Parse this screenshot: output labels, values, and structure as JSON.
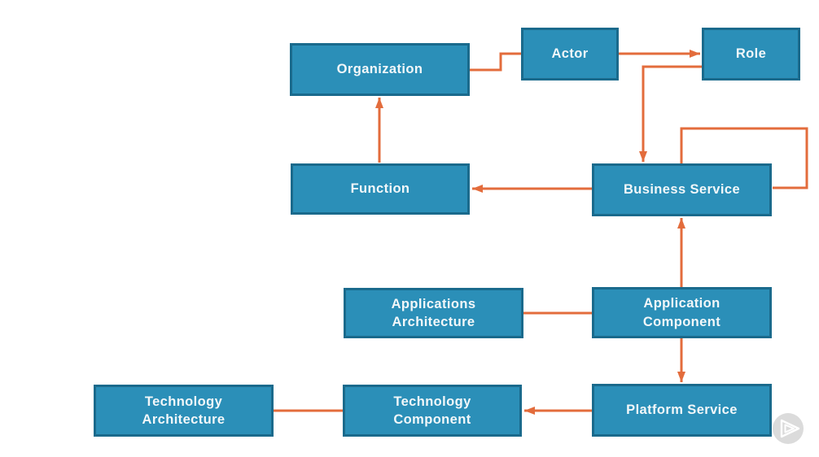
{
  "diagram": {
    "nodes": {
      "organization": {
        "label": "Organization"
      },
      "actor": {
        "label": "Actor"
      },
      "role": {
        "label": "Role"
      },
      "function": {
        "label": "Function"
      },
      "business_service": {
        "label": "Business Service"
      },
      "applications_architecture": {
        "label": "Applications\nArchitecture"
      },
      "application_component": {
        "label": "Application\nComponent"
      },
      "technology_architecture": {
        "label": "Technology\nArchitecture"
      },
      "technology_component": {
        "label": "Technology\nComponent"
      },
      "platform_service": {
        "label": "Platform Service"
      }
    },
    "edges": [
      {
        "from": "Organization",
        "to": "Actor",
        "arrowhead": "none"
      },
      {
        "from": "Actor",
        "to": "Role",
        "arrowhead": "to"
      },
      {
        "from": "Role",
        "to": "Business Service",
        "arrowhead": "to"
      },
      {
        "from": "Business Service",
        "to": "Business Service",
        "arrowhead": "none"
      },
      {
        "from": "Business Service",
        "to": "Function",
        "arrowhead": "to"
      },
      {
        "from": "Function",
        "to": "Organization",
        "arrowhead": "to"
      },
      {
        "from": "Application Component",
        "to": "Business Service",
        "arrowhead": "to"
      },
      {
        "from": "Applications Architecture",
        "to": "Application Component",
        "arrowhead": "none"
      },
      {
        "from": "Application Component",
        "to": "Platform Service",
        "arrowhead": "to"
      },
      {
        "from": "Platform Service",
        "to": "Technology Component",
        "arrowhead": "to"
      },
      {
        "from": "Technology Component",
        "to": "Technology Architecture",
        "arrowhead": "none"
      }
    ],
    "colors": {
      "canvas_bg": "#ffffff",
      "node_fill": "#2b8fb8",
      "node_border": "#1a6a8c",
      "node_text": "#f2f7f9",
      "arrow": "#e36c3c",
      "play_circle": "#dbdbdb",
      "play_glyph": "#ffffff"
    }
  }
}
